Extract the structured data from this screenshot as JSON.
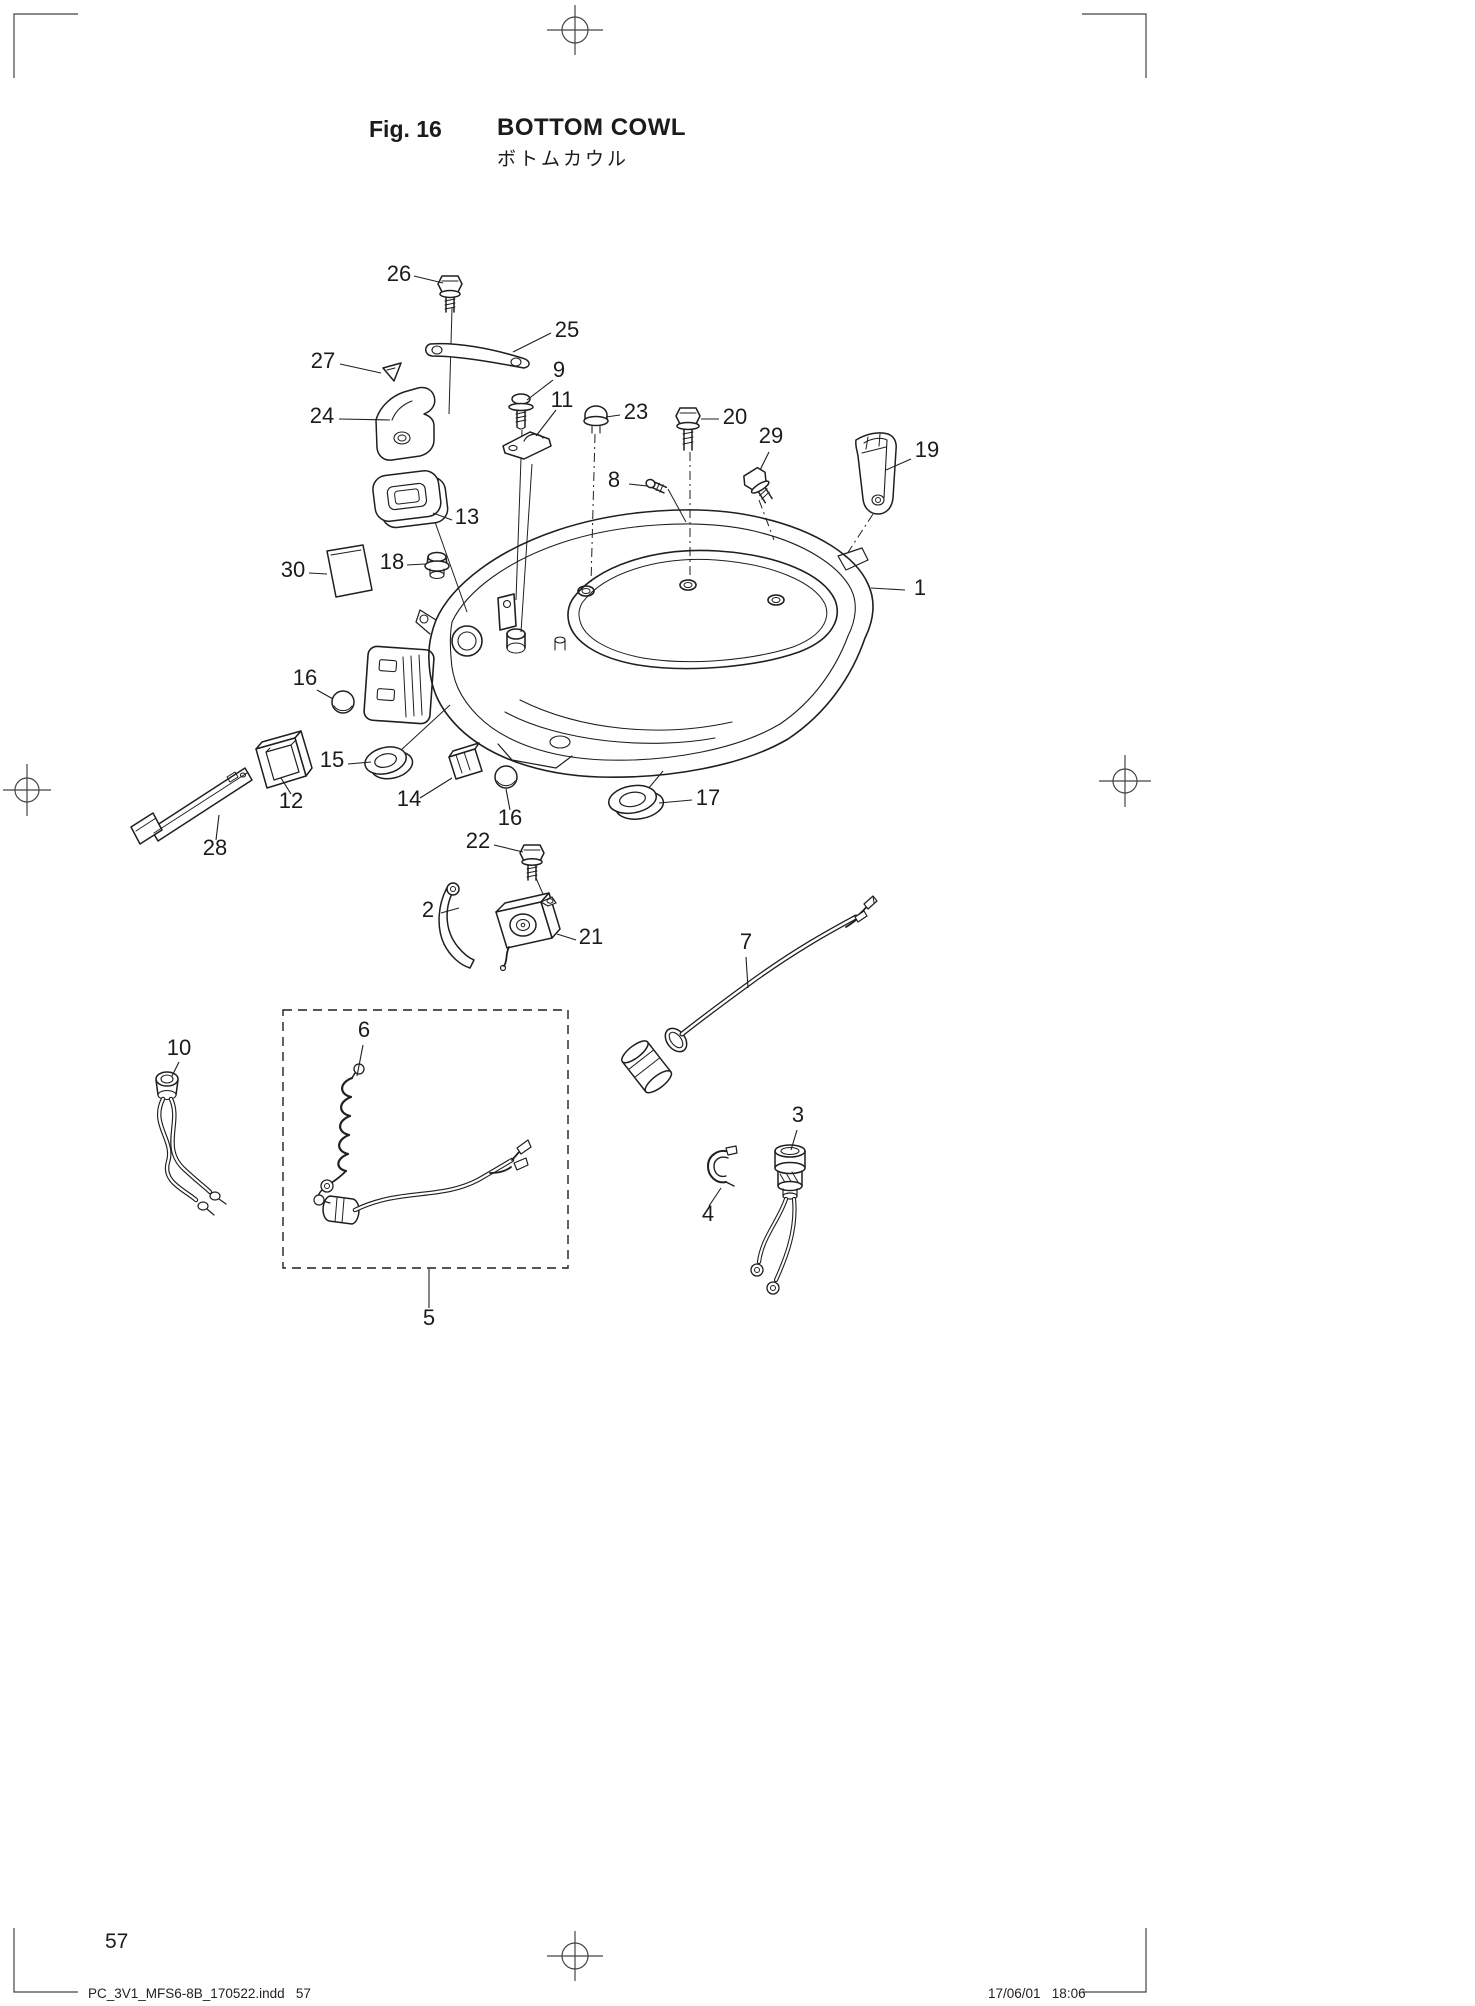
{
  "page": {
    "fig_label": "Fig. 16",
    "title": "BOTTOM COWL",
    "title_ja": "ボトムカウル",
    "page_number": "57",
    "footer_left": "PC_3V1_MFS6-8B_170522.indd   57",
    "footer_right": "17/06/01   18:06"
  },
  "diagram": {
    "description": "Exploded parts diagram of outboard bottom cowl",
    "callouts": [
      {
        "label": "26"
      },
      {
        "label": "25"
      },
      {
        "label": "27"
      },
      {
        "label": "9"
      },
      {
        "label": "24"
      },
      {
        "label": "11"
      },
      {
        "label": "23"
      },
      {
        "label": "20"
      },
      {
        "label": "29"
      },
      {
        "label": "19"
      },
      {
        "label": "8"
      },
      {
        "label": "13"
      },
      {
        "label": "30"
      },
      {
        "label": "18"
      },
      {
        "label": "1"
      },
      {
        "label": "16"
      },
      {
        "label": "15"
      },
      {
        "label": "12"
      },
      {
        "label": "14"
      },
      {
        "label": "16"
      },
      {
        "label": "17"
      },
      {
        "label": "28"
      },
      {
        "label": "22"
      },
      {
        "label": "2"
      },
      {
        "label": "21"
      },
      {
        "label": "7"
      },
      {
        "label": "10"
      },
      {
        "label": "6"
      },
      {
        "label": "3"
      },
      {
        "label": "4"
      },
      {
        "label": "5"
      }
    ]
  }
}
